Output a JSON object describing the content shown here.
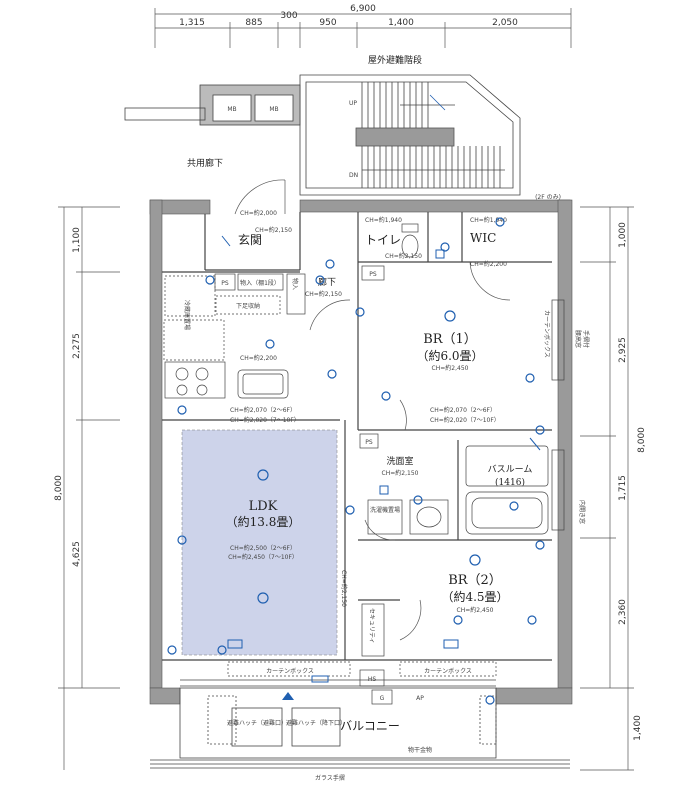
{
  "top_dims": {
    "total": "6,900",
    "segments": [
      "1,315",
      "885",
      "300",
      "950",
      "1,400",
      "2,050"
    ]
  },
  "left_dims": {
    "total": "8,000",
    "segments": [
      "1,100",
      "2,275",
      "4,625"
    ]
  },
  "right_dims": {
    "total": "8,000",
    "segments": [
      "1,000",
      "2,925",
      "1,715",
      "2,360",
      "1,400"
    ]
  },
  "labels": {
    "outdoor_stairs": "屋外避難階段",
    "common_corridor": "共用廊下",
    "up": "UP",
    "dn": "DN",
    "mb1": "MB",
    "mb2": "MB",
    "genkan": "玄関",
    "toilet": "トイレ",
    "wic": "WIC",
    "ps1": "PS",
    "ps2": "PS",
    "ps3": "PS",
    "monoire1": "物入（棚1段）",
    "monoire2": "物入",
    "rouka": "廊下",
    "shoes": "下足収納",
    "fridge": "冷蔵庫置場",
    "washroom": "洗面室",
    "bathroom": "バスルーム",
    "bath_size": "(1416)",
    "laundry": "洗濯機置場",
    "security": "セキュリティ",
    "hs": "HS",
    "g": "G",
    "ap": "AP",
    "balcony": "バルコニー",
    "hatch1": "避難ハッチ（避難口）",
    "hatch2": "避難ハッチ（降下口）",
    "monohoshi": "物干金物",
    "glass_rail": "ガラス手摺",
    "curtain1": "カーテンボックス",
    "curtain2": "カーテンボックス",
    "curtain3": "カーテンボックス",
    "window_note1": "腰高窓",
    "window_note2": "内開き窓",
    "rail_note": "手摺付",
    "small_note": "(2F のみ)"
  },
  "rooms": {
    "br1": {
      "name": "BR（1）",
      "size": "（約6.0畳）",
      "ch": "CH=約2,450"
    },
    "br2": {
      "name": "BR（2）",
      "size": "（約4.5畳）",
      "ch": "CH=約2,450"
    },
    "ldk": {
      "name": "LDK",
      "size": "（約13.8畳）",
      "ch1": "CH=約2,500（2～6F）",
      "ch2": "CH=約2,450（7～10F）"
    }
  },
  "ceiling_notes": {
    "genkan": "CH=約2,000",
    "genkan2": "CH=約2,150",
    "toilet": "CH=約2,150",
    "wic": "CH=約2,200",
    "kitchen": "CH=約2,200",
    "hall": "CH=約2,150",
    "washroom": "CH=約2,150",
    "ldk_edge1": "CH=約2,070（2～6F）",
    "ldk_edge2": "CH=約2,020（7～10F）",
    "br1_edge1": "CH=約2,070（2～6F）",
    "br1_edge2": "CH=約2,020（7～10F）",
    "wic2": "CH=約1,940",
    "toilet2": "CH=約1,940",
    "beam": "CH=約2,150"
  },
  "colors": {
    "ldk_fill": "#cdd3ea",
    "wall": "#9a9a9a",
    "outlet": "#1f5fb0"
  }
}
